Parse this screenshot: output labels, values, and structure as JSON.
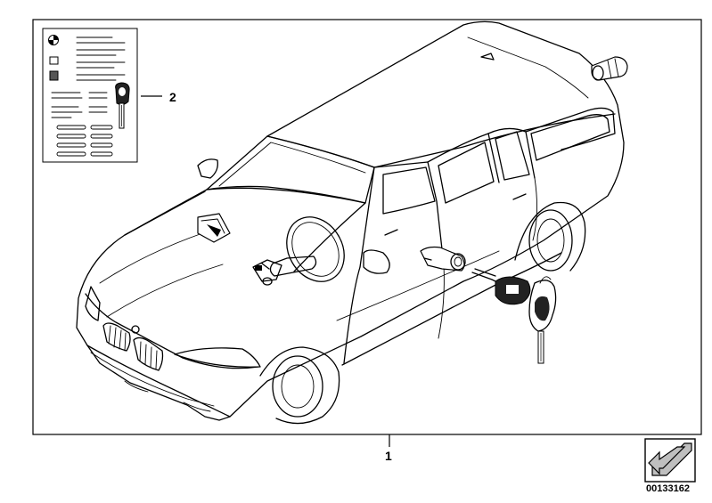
{
  "callouts": {
    "item_1": "1",
    "item_2": "2"
  },
  "document_number": "00133162",
  "icons": {
    "nav_arrow": "curved-arrow-icon",
    "emblem": "bmw-roundel-icon"
  },
  "colors": {
    "line": "#000000",
    "background": "#ffffff",
    "icon_fill": "#bfbfbf"
  }
}
